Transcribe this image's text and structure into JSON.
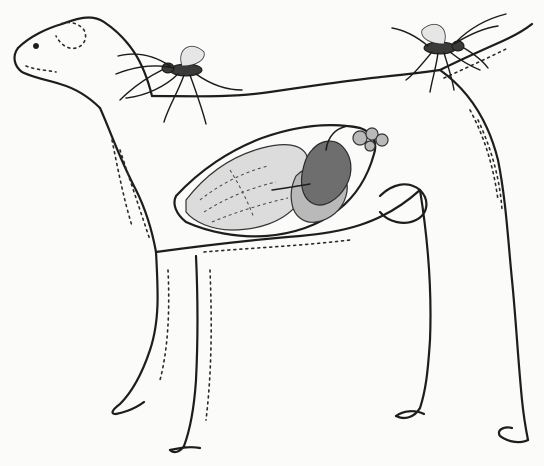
{
  "figure": {
    "subject": "dog-anatomy-illustration",
    "colors": {
      "ink": "#1d1d1d",
      "paper": "#fbfbf9",
      "organ_dark": "#6e6e6e",
      "organ_mid": "#b9b9b9",
      "organ_light": "#dcdcdc"
    }
  },
  "elements": {
    "mosquitoes": [
      "mosquito-on-neck",
      "mosquito-on-tail"
    ],
    "organs": [
      "heart",
      "lungs",
      "liver",
      "kidney-cluster"
    ]
  }
}
